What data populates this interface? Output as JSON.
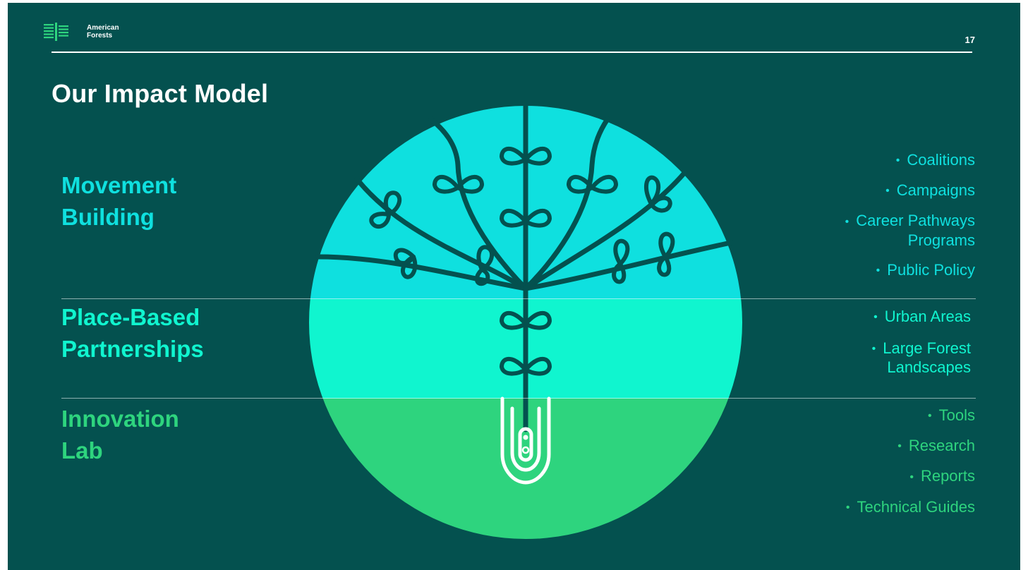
{
  "logo": {
    "line1": "American",
    "line2": "Forests"
  },
  "page_number": "17",
  "title": "Our Impact Model",
  "colors": {
    "background": "#04514f",
    "top_band": "#0fe0df",
    "middle_band": "#10f5cf",
    "bottom_band": "#2ed47e",
    "tree_stroke": "#04514f",
    "white": "#ffffff"
  },
  "sections": [
    {
      "label_lines": [
        "Movement",
        "Building"
      ],
      "color": "#0fe0df",
      "bullets": [
        "Coalitions",
        "Campaigns",
        "Career Pathways\nPrograms",
        "Public Policy"
      ]
    },
    {
      "label_lines": [
        "Place-Based",
        "Partnerships"
      ],
      "color": "#10f5cf",
      "bullets": [
        "Urban Areas",
        "Large Forest\nLandscapes"
      ]
    },
    {
      "label_lines": [
        "Innovation",
        "Lab"
      ],
      "color": "#2ed47e",
      "bullets": [
        "Tools",
        "Research",
        "Reports",
        "Technical Guides"
      ]
    }
  ],
  "icons": {
    "logo": "american-forests-logo-icon",
    "tree": "tree-icon",
    "test_tube": "test-tube-icon"
  }
}
